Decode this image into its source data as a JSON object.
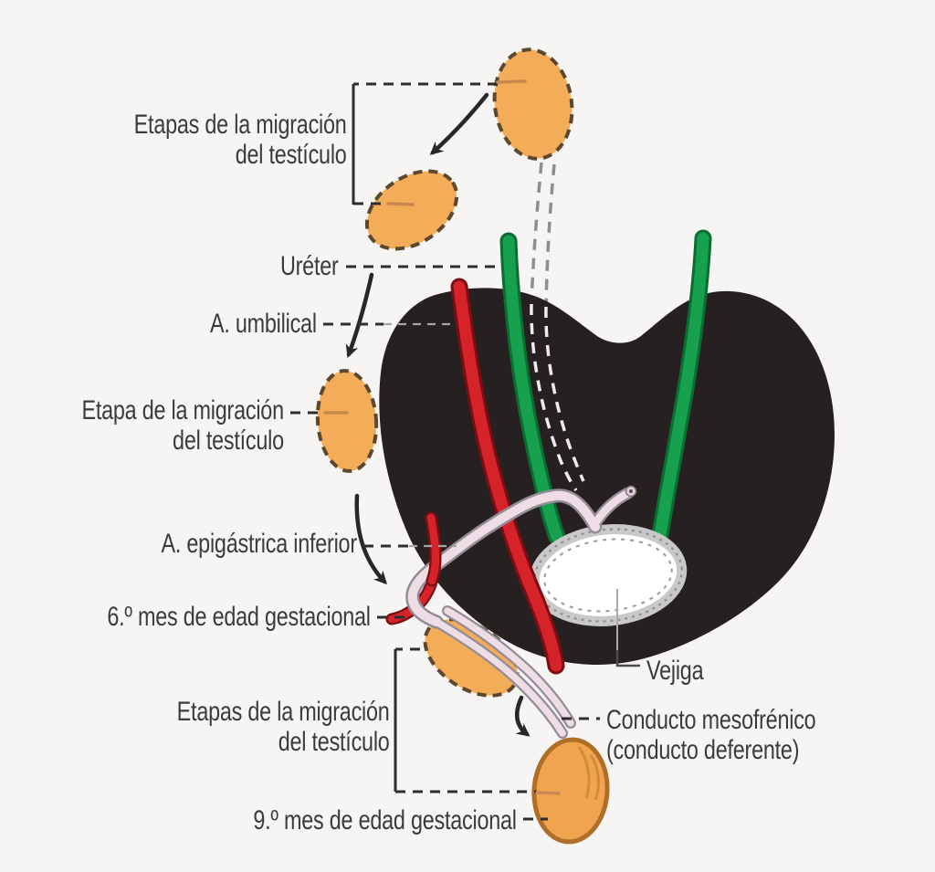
{
  "diagram": {
    "language": "es",
    "labels": {
      "stages_top": {
        "line1": "Etapas de la migración",
        "line2": "del testículo"
      },
      "ureter": {
        "text": "Uréter"
      },
      "umbilical_artery": {
        "text": "A. umbilical"
      },
      "stage_mid": {
        "line1": "Etapa de la migración",
        "line2": "del testículo"
      },
      "inferior_epigastric": {
        "text": "A. epigástrica inferior"
      },
      "month_6": {
        "text": "6.º mes de edad gestacional"
      },
      "stages_bottom": {
        "line1": "Etapas de la migración",
        "line2": "del testículo"
      },
      "month_9": {
        "text": "9.º mes de edad gestacional"
      },
      "bladder": {
        "text": "Vejiga"
      },
      "duct": {
        "line1": "Conducto mesofrénico",
        "line2": "(conducto deferente)"
      }
    },
    "colors": {
      "bg": "#F6F5F3",
      "pelvis": "#262120",
      "text": "#3B3B3B",
      "leader": "#2D2D2D",
      "green_main": "#17A04D",
      "green_dark": "#0C6D34",
      "red_main": "#D6232A",
      "red_dark": "#7C0D13",
      "pink_fill": "#EFDDE6",
      "pink_outline": "#938D97",
      "orange_fill": "#F3AD58",
      "orange_border": "#5B482F",
      "testis9_fill": "#F0A44F",
      "testis9_border": "#B06F28",
      "bladder_ring": "#C8C8C8",
      "tick": "#C9894E",
      "arrow": "#26262B",
      "migration_gray": "#8E8E8E",
      "migration_white": "#ECECEC"
    }
  }
}
